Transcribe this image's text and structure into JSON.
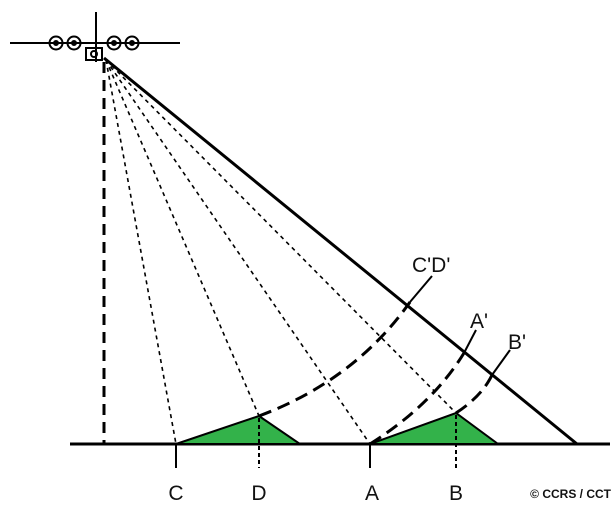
{
  "diagram": {
    "ground_points": [
      "C",
      "D",
      "A",
      "B"
    ],
    "image_points": [
      "C'D'",
      "A'",
      "B'"
    ],
    "credit": "© CCRS / CCT",
    "colors": {
      "line": "#000000",
      "terrain_fill": "#33b24a"
    },
    "icons": [
      "airplane-radar-icon"
    ]
  }
}
